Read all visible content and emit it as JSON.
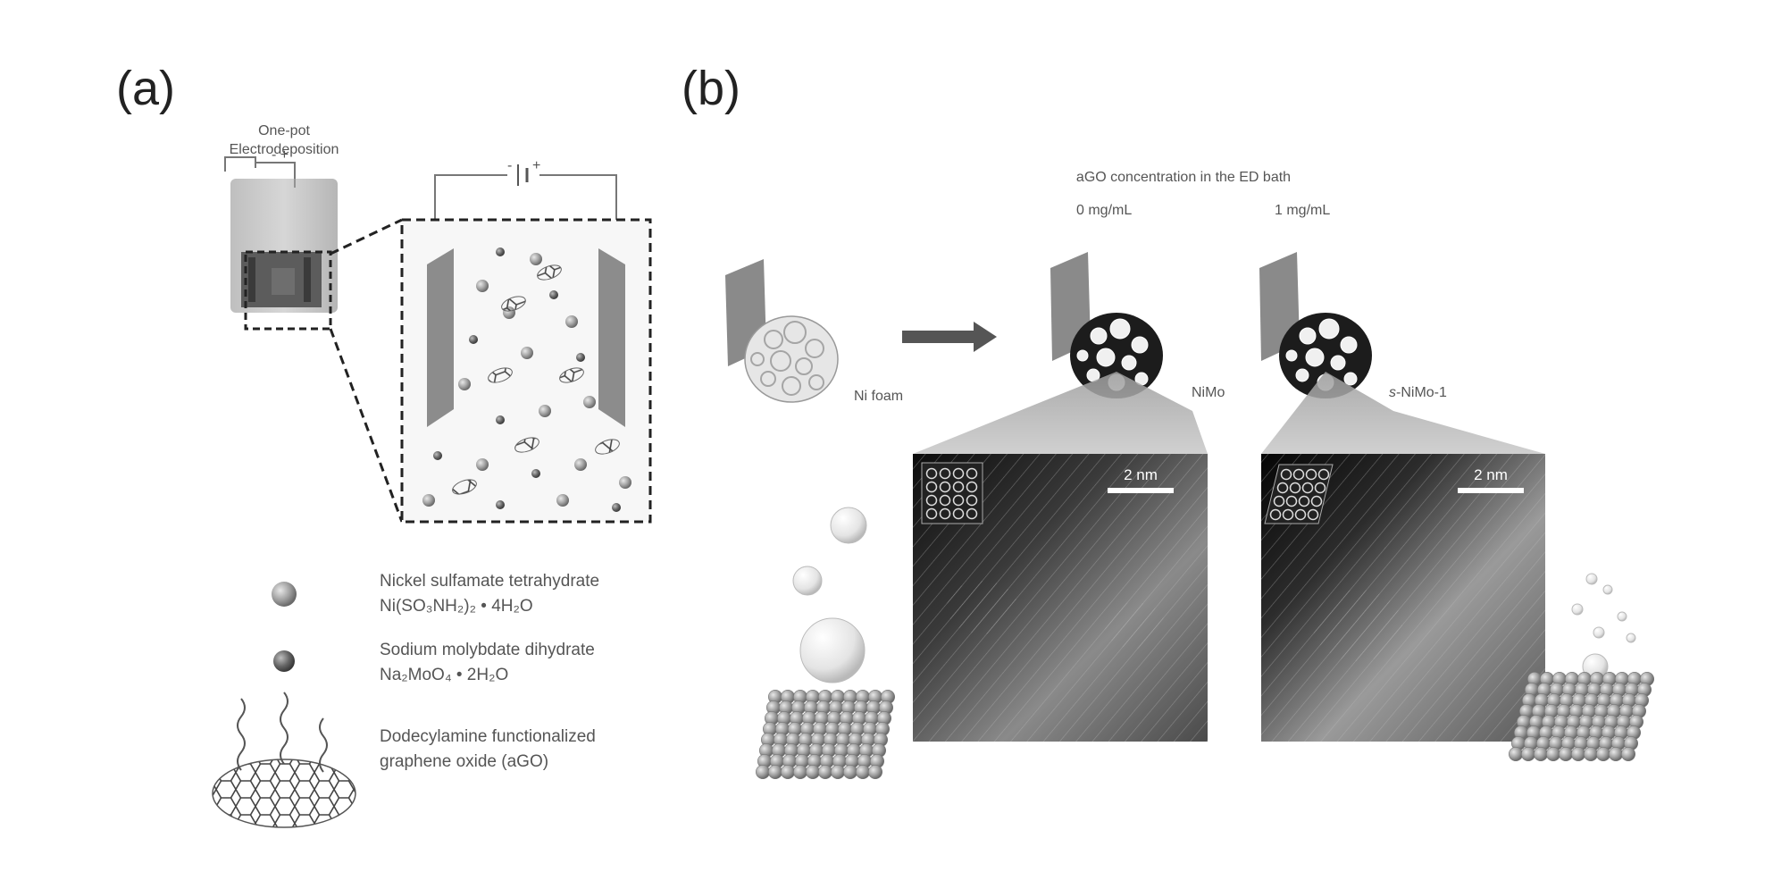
{
  "panel_a": {
    "label": "(a)",
    "title_line1": "One-pot",
    "title_line2": "Electrodeposition",
    "legend": [
      {
        "line1": "Nickel sulfamate tetrahydrate",
        "line2": "Ni(SO₃NH₂)₂ • 4H₂O",
        "icon": "nickel-sphere"
      },
      {
        "line1": "Sodium molybdate dihydrate",
        "line2": "Na₂MoO₄ • 2H₂O",
        "icon": "molybdate-sphere"
      },
      {
        "line1": "Dodecylamine functionalized",
        "line2": "graphene oxide (aGO)",
        "icon": "graphene-sheet"
      }
    ]
  },
  "panel_b": {
    "label": "(b)",
    "title": "aGO concentration in the ED bath",
    "conc_left": "0 mg/mL",
    "conc_right": "1 mg/mL",
    "substrate_label": "Ni foam",
    "product_left": "NiMo",
    "product_right_italic": "s",
    "product_right_rest": "-NiMo-1",
    "scale_bar_left": "2 nm",
    "scale_bar_right": "2 nm"
  },
  "colors": {
    "electrode": "#8a8a8a",
    "nickel": "#9a9a9a",
    "molybdate": "#5a5a5a",
    "tem_dark": "#111111",
    "tem_mid": "#777777"
  }
}
